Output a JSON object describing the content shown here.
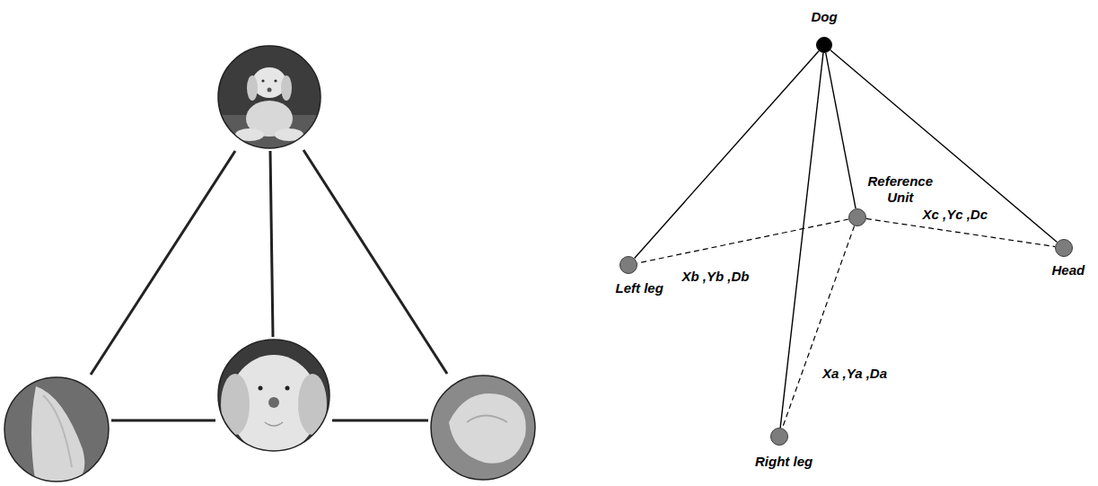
{
  "diagram": {
    "nodes": [
      {
        "text": [
          "Dog"
        ]
      },
      {
        "text": [
          "Reference Unit"
        ]
      },
      {
        "text": [
          "Left leg"
        ]
      },
      {
        "text": [
          "Head"
        ]
      },
      {
        "text": [
          "Right leg"
        ]
      }
    ],
    "edges": [
      {
        "from": 0,
        "to": 2,
        "arrow": "none"
      },
      {
        "from": 0,
        "to": 4,
        "arrow": "none"
      },
      {
        "from": 0,
        "to": 1,
        "arrow": "none"
      },
      {
        "from": 0,
        "to": 3,
        "arrow": "none"
      },
      {
        "from": 1,
        "to": 2,
        "arrow": "none",
        "label": "Xb ,Yb ,Db"
      },
      {
        "from": 1,
        "to": 3,
        "arrow": "none",
        "label": "Xc ,Yc ,Dc"
      },
      {
        "from": 1,
        "to": 4,
        "arrow": "none",
        "label": "Xa ,Ya ,Da"
      }
    ]
  }
}
